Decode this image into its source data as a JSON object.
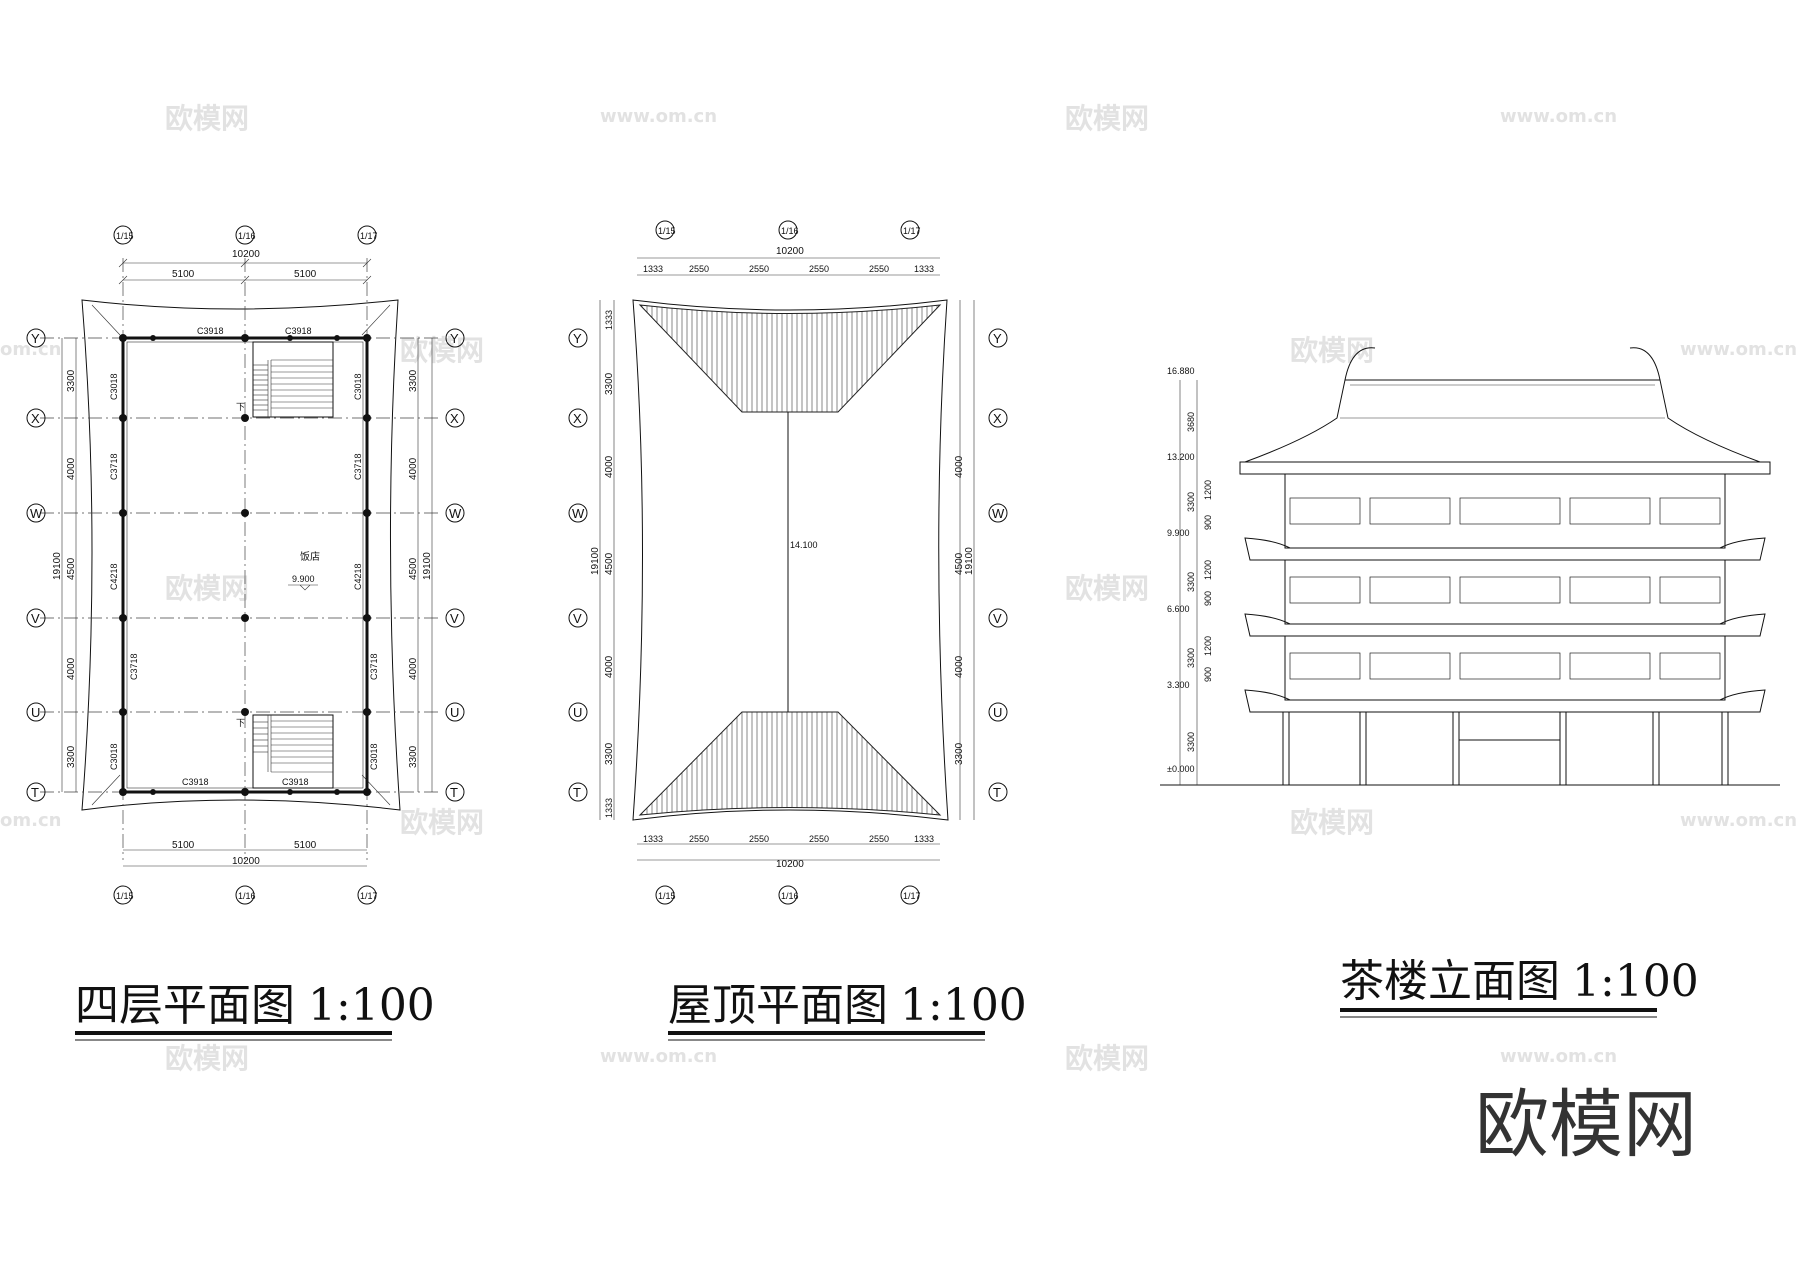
{
  "drawings": {
    "floor_plan": {
      "title": "四层平面图",
      "scale": "1:100",
      "total_width": "10200",
      "half_width": "5100",
      "total_depth": "19100",
      "bay_depths": [
        "3300",
        "4000",
        "4500",
        "4000",
        "3300"
      ],
      "col_axes_top": [
        "1/15",
        "1/16",
        "1/17"
      ],
      "col_axes_bottom": [
        "1/15",
        "1/16",
        "1/17"
      ],
      "row_axes": [
        "Y",
        "X",
        "W",
        "V",
        "U",
        "T"
      ],
      "windows": [
        "C3918",
        "C3918",
        "C3018",
        "C3018",
        "C3718",
        "C3718",
        "C4218",
        "C4218",
        "C3718",
        "C3718",
        "C3018",
        "C3018",
        "C3918",
        "C3918"
      ],
      "room_name": "饭店",
      "elevation": "9.900",
      "stair_label": "下"
    },
    "roof_plan": {
      "title": "屋顶平面图",
      "scale": "1:100",
      "total_width": "10200",
      "segments": [
        "1333",
        "2550",
        "2550",
        "2550",
        "2550",
        "1333"
      ],
      "total_depth": "19100",
      "end_depth": "1333",
      "bay_depths": [
        "3300",
        "4000",
        "4500",
        "4000",
        "3300"
      ],
      "col_axes": [
        "1/15",
        "1/16",
        "1/17"
      ],
      "row_axes": [
        "Y",
        "X",
        "W",
        "V",
        "U",
        "T"
      ],
      "ridge_elevation": "14.100"
    },
    "elevation": {
      "title": "茶楼立面图",
      "scale": "1:100",
      "levels": [
        "16.880",
        "13.200",
        "9.900",
        "6.600",
        "3.300",
        "±0.000"
      ],
      "dims": [
        "3680",
        "3300",
        "1200",
        "900",
        "3300",
        "1200",
        "900",
        "3300",
        "1200",
        "900",
        "3300"
      ]
    }
  },
  "watermark": {
    "brand": "欧模网",
    "url": "www.om.cn",
    "url_short": "om.cn"
  },
  "logo": "欧模网"
}
